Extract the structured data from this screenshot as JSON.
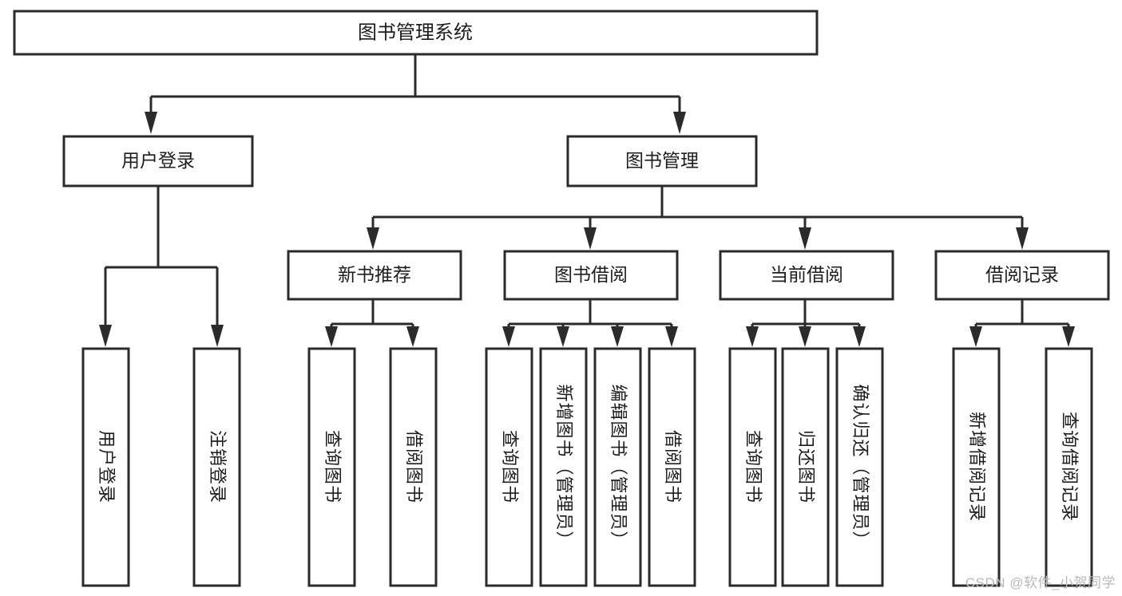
{
  "diagram": {
    "title": "图书管理系统",
    "watermark": "CSDN @软件_小贺同学",
    "colors": {
      "stroke": "#2b2b2b",
      "fill": "#ffffff",
      "text": "#1d1d1d",
      "watermark": "#b9b9b9"
    },
    "root": {
      "label": "图书管理系统"
    },
    "level1": [
      {
        "label": "用户登录"
      },
      {
        "label": "图书管理"
      }
    ],
    "level2": [
      {
        "label": "新书推荐"
      },
      {
        "label": "图书借阅"
      },
      {
        "label": "当前借阅"
      },
      {
        "label": "借阅记录"
      }
    ],
    "leaves": {
      "user_login": [
        {
          "label": "用户登录"
        },
        {
          "label": "注销登录"
        }
      ],
      "new_book_recommend": [
        {
          "label": "查询图书"
        },
        {
          "label": "借阅图书"
        }
      ],
      "book_borrow": [
        {
          "label": "查询图书"
        },
        {
          "label": "新增图书（管理员）"
        },
        {
          "label": "编辑图书（管理员）"
        },
        {
          "label": "借阅图书"
        }
      ],
      "current_borrow": [
        {
          "label": "查询图书"
        },
        {
          "label": "归还图书"
        },
        {
          "label": "确认归还（管理员）"
        }
      ],
      "borrow_record": [
        {
          "label": "新增借阅记录"
        },
        {
          "label": "查询借阅记录"
        }
      ]
    }
  }
}
